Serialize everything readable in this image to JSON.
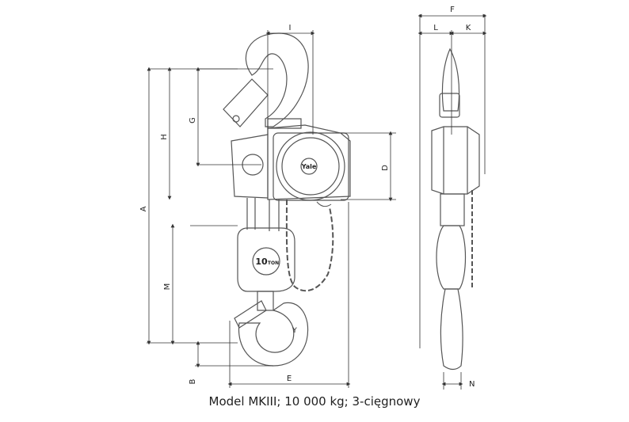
{
  "drawing": {
    "caption": "Model MKIII; 10 000 kg; 3-cięgnowy",
    "brand_mark": "Yale",
    "capacity_mark": "10",
    "capacity_unit": "TON",
    "dimension_labels": {
      "A": "A",
      "B": "B",
      "D": "D",
      "E": "E",
      "F": "F",
      "G": "G",
      "H": "H",
      "I": "I",
      "K": "K",
      "L": "L",
      "M": "M",
      "N": "N",
      "Y": "Y"
    },
    "colors": {
      "line": "#555555",
      "dim": "#333333",
      "text": "#222222"
    }
  }
}
